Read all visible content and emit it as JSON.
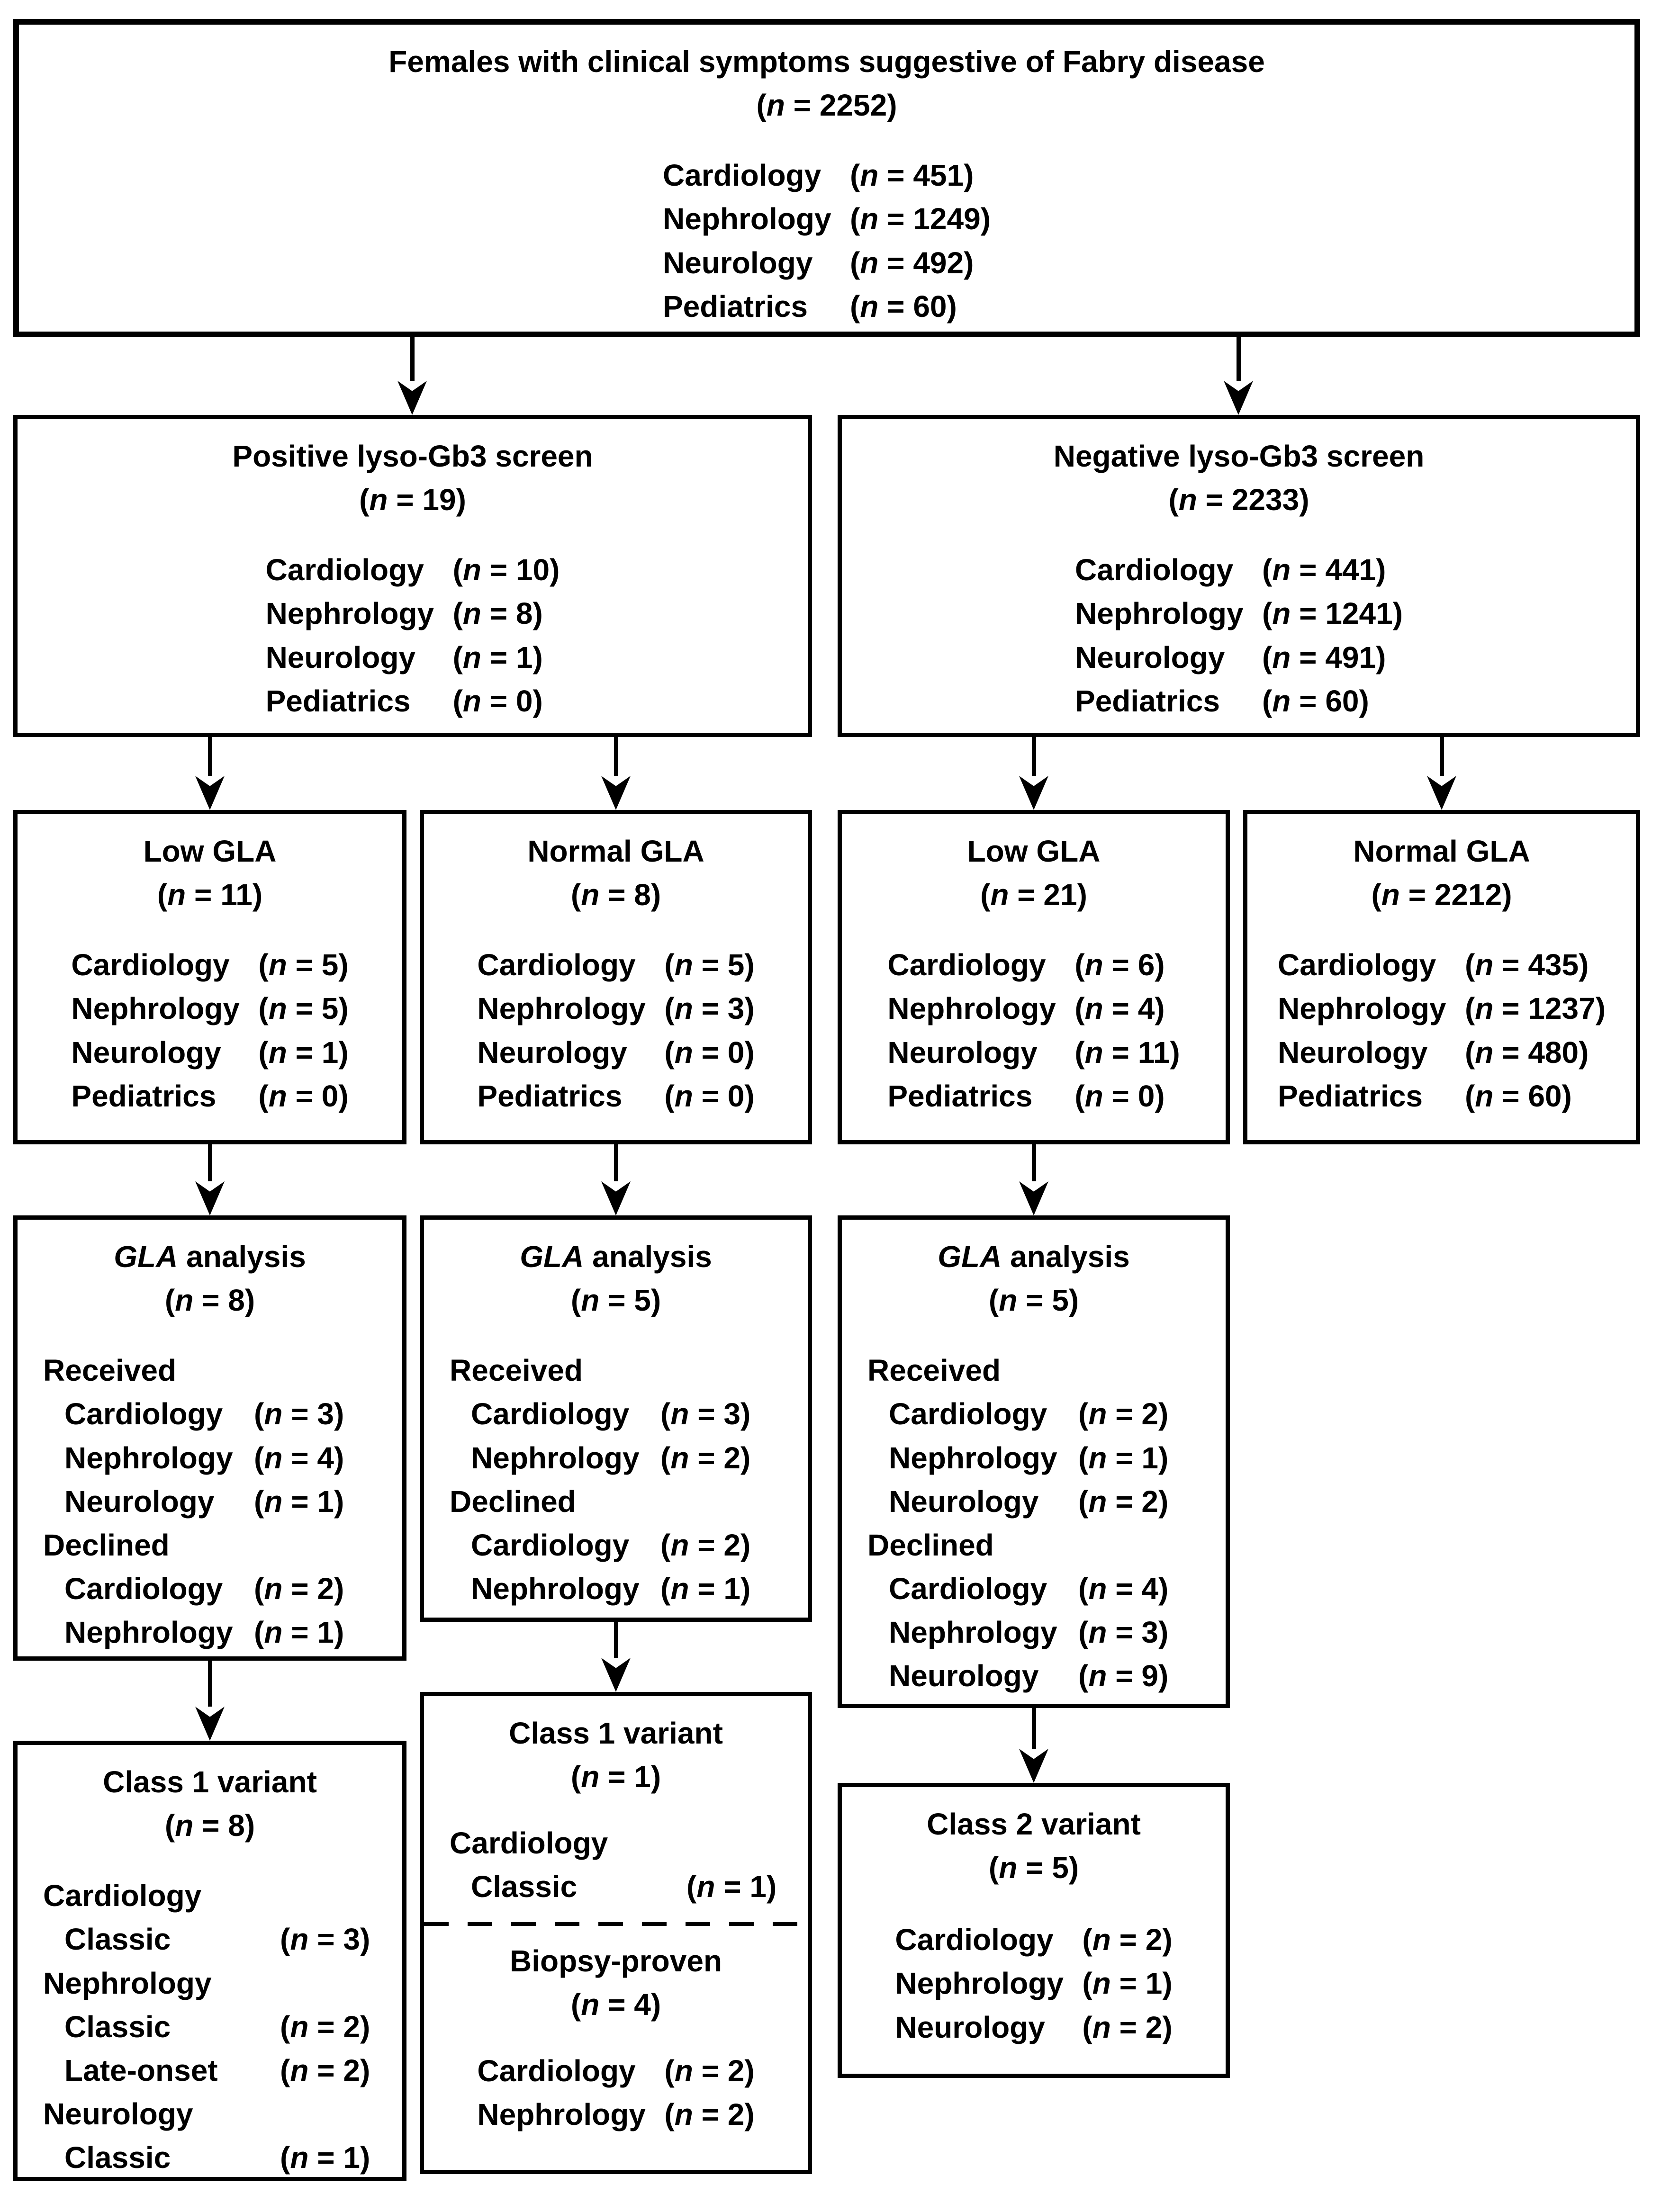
{
  "colors": {
    "background": "#ffffff",
    "border": "#000000",
    "text": "#000000"
  },
  "fmt": {
    "open": "(",
    "n": "n",
    "eq": " = ",
    "close": ")"
  },
  "boxes": {
    "top": {
      "title": "Females with clinical symptoms suggestive of Fabry disease",
      "n": "2252",
      "rows": [
        {
          "label": "Cardiology",
          "n": "451"
        },
        {
          "label": "Nephrology",
          "n": "1249"
        },
        {
          "label": "Neurology",
          "n": "492"
        },
        {
          "label": "Pediatrics",
          "n": "60"
        }
      ]
    },
    "positive": {
      "title": "Positive lyso-Gb3 screen",
      "n": "19",
      "rows": [
        {
          "label": "Cardiology",
          "n": "10"
        },
        {
          "label": "Nephrology",
          "n": "8"
        },
        {
          "label": "Neurology",
          "n": "1"
        },
        {
          "label": "Pediatrics",
          "n": "0"
        }
      ]
    },
    "negative": {
      "title": "Negative lyso-Gb3 screen",
      "n": "2233",
      "rows": [
        {
          "label": "Cardiology",
          "n": "441"
        },
        {
          "label": "Nephrology",
          "n": "1241"
        },
        {
          "label": "Neurology",
          "n": "491"
        },
        {
          "label": "Pediatrics",
          "n": "60"
        }
      ]
    },
    "low_gla_pos": {
      "title": "Low GLA",
      "n": "11",
      "rows": [
        {
          "label": "Cardiology",
          "n": "5"
        },
        {
          "label": "Nephrology",
          "n": "5"
        },
        {
          "label": "Neurology",
          "n": "1"
        },
        {
          "label": "Pediatrics",
          "n": "0"
        }
      ]
    },
    "normal_gla_pos": {
      "title": "Normal GLA",
      "n": "8",
      "rows": [
        {
          "label": "Cardiology",
          "n": "5"
        },
        {
          "label": "Nephrology",
          "n": "3"
        },
        {
          "label": "Neurology",
          "n": "0"
        },
        {
          "label": "Pediatrics",
          "n": "0"
        }
      ]
    },
    "low_gla_neg": {
      "title": "Low GLA",
      "n": "21",
      "rows": [
        {
          "label": "Cardiology",
          "n": "6"
        },
        {
          "label": "Nephrology",
          "n": "4"
        },
        {
          "label": "Neurology",
          "n": "11"
        },
        {
          "label": "Pediatrics",
          "n": "0"
        }
      ]
    },
    "normal_gla_neg": {
      "title": "Normal GLA",
      "n": "2212",
      "rows": [
        {
          "label": "Cardiology",
          "n": "435"
        },
        {
          "label": "Nephrology",
          "n": "1237"
        },
        {
          "label": "Neurology",
          "n": "480"
        },
        {
          "label": "Pediatrics",
          "n": "60"
        }
      ]
    },
    "gla_pos_low": {
      "title_gene": "GLA",
      "title_rest": " analysis",
      "n": "8",
      "received_label": "Received",
      "received": [
        {
          "label": "Cardiology",
          "n": "3"
        },
        {
          "label": "Nephrology",
          "n": "4"
        },
        {
          "label": "Neurology",
          "n": "1"
        }
      ],
      "declined_label": "Declined",
      "declined": [
        {
          "label": "Cardiology",
          "n": "2"
        },
        {
          "label": "Nephrology",
          "n": "1"
        }
      ]
    },
    "gla_pos_normal": {
      "title_gene": "GLA",
      "title_rest": " analysis",
      "n": "5",
      "received_label": "Received",
      "received": [
        {
          "label": "Cardiology",
          "n": "3"
        },
        {
          "label": "Nephrology",
          "n": "2"
        }
      ],
      "declined_label": "Declined",
      "declined": [
        {
          "label": "Cardiology",
          "n": "2"
        },
        {
          "label": "Nephrology",
          "n": "1"
        }
      ]
    },
    "gla_neg_low": {
      "title_gene": "GLA",
      "title_rest": " analysis",
      "n": "5",
      "received_label": "Received",
      "received": [
        {
          "label": "Cardiology",
          "n": "2"
        },
        {
          "label": "Nephrology",
          "n": "1"
        },
        {
          "label": "Neurology",
          "n": "2"
        }
      ],
      "declined_label": "Declined",
      "declined": [
        {
          "label": "Cardiology",
          "n": "4"
        },
        {
          "label": "Nephrology",
          "n": "3"
        },
        {
          "label": "Neurology",
          "n": "9"
        }
      ]
    },
    "class1_pos_low": {
      "title": "Class 1 variant",
      "n": "8",
      "groups": [
        {
          "header": "Cardiology",
          "items": [
            {
              "label": "Classic",
              "n": "3"
            }
          ]
        },
        {
          "header": "Nephrology",
          "items": [
            {
              "label": "Classic",
              "n": "2"
            },
            {
              "label": "Late-onset",
              "n": "2"
            }
          ]
        },
        {
          "header": "Neurology",
          "items": [
            {
              "label": "Classic",
              "n": "1"
            }
          ]
        }
      ]
    },
    "class1_pos_normal": {
      "title": "Class 1 variant",
      "n": "1",
      "group_header": "Cardiology",
      "item": {
        "label": "Classic",
        "n": "1"
      },
      "subtitle": "Biopsy-proven",
      "subtitle_n": "4",
      "rows": [
        {
          "label": "Cardiology",
          "n": "2"
        },
        {
          "label": "Nephrology",
          "n": "2"
        }
      ]
    },
    "class2_neg": {
      "title": "Class 2 variant",
      "n": "5",
      "rows": [
        {
          "label": "Cardiology",
          "n": "2"
        },
        {
          "label": "Nephrology",
          "n": "1"
        },
        {
          "label": "Neurology",
          "n": "2"
        }
      ]
    }
  }
}
